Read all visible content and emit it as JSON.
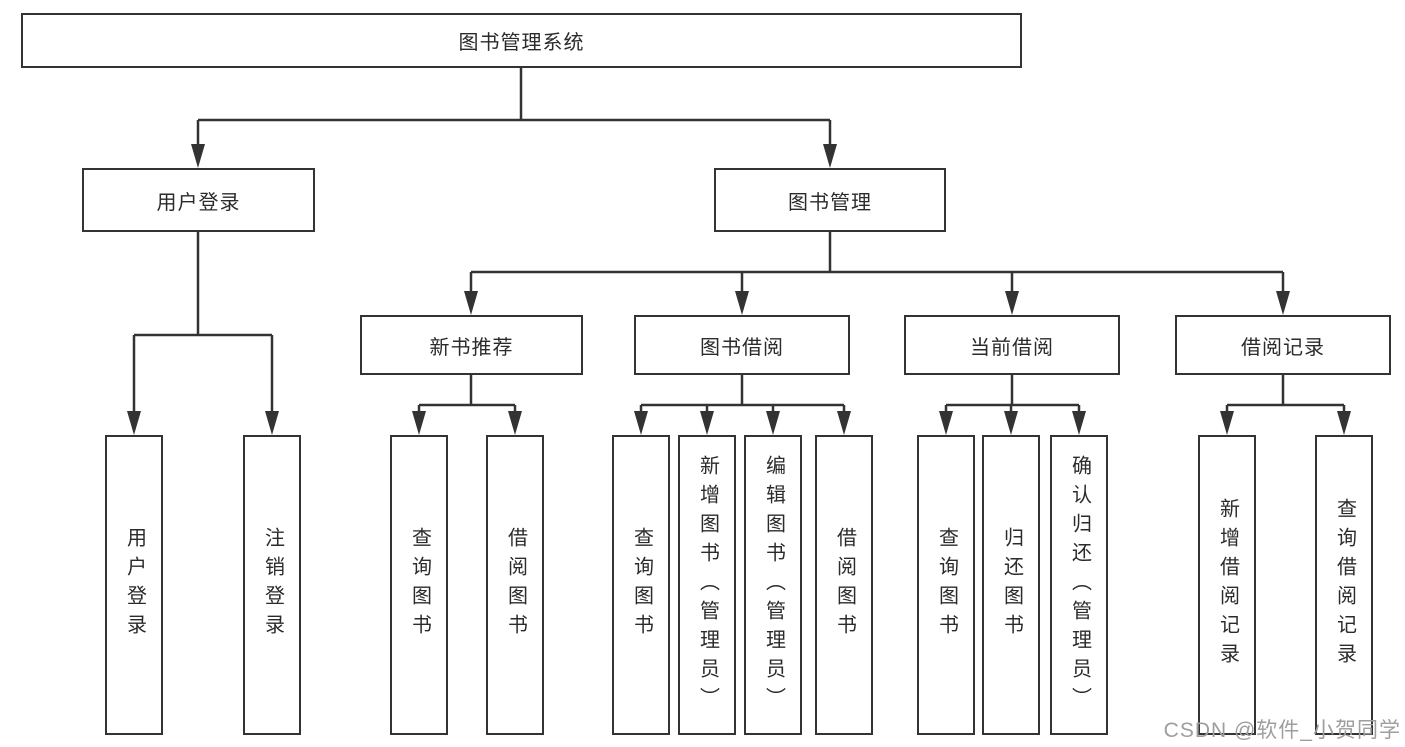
{
  "root": {
    "label": "图书管理系统"
  },
  "branches": {
    "user_login": {
      "label": "用户登录",
      "children": [
        "用户登录",
        "注销登录"
      ]
    },
    "book_mgmt": {
      "label": "图书管理"
    }
  },
  "modules": {
    "new_books": {
      "label": "新书推荐",
      "children": [
        "查询图书",
        "借阅图书"
      ]
    },
    "book_borrow": {
      "label": "图书借阅",
      "children": [
        "查询图书",
        "新增图书（管理员）",
        "编辑图书（管理员）",
        "借阅图书"
      ]
    },
    "current_borrow": {
      "label": "当前借阅",
      "children": [
        "查询图书",
        "归还图书",
        "确认归还（管理员）"
      ]
    },
    "borrow_records": {
      "label": "借阅记录",
      "children": [
        "新增借阅记录",
        "查询借阅记录"
      ]
    }
  },
  "watermark": "CSDN @软件_小贺同学",
  "colors": {
    "line": "#333333",
    "text": "#2b2b2b",
    "watermark": "#9e9e9e",
    "background": "#ffffff"
  }
}
